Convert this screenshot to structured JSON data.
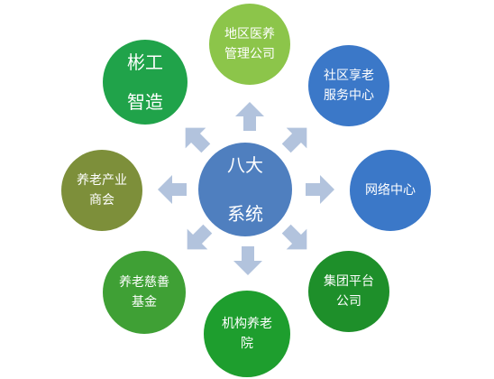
{
  "center": {
    "lines": [
      "八大",
      "系统"
    ],
    "color": "#4f7fbf"
  },
  "nodes": [
    {
      "id": "n-top",
      "name": "regional-medical-management-node",
      "lines": [
        "地区医养",
        "管理公司"
      ],
      "color": "#8cc54a"
    },
    {
      "id": "n-tr",
      "name": "community-elderly-service-center-node",
      "lines": [
        "社区享老",
        "服务中心"
      ],
      "color": "#3b78c8"
    },
    {
      "id": "n-r",
      "name": "network-center-node",
      "lines": [
        "网络中心"
      ],
      "color": "#3b78c8"
    },
    {
      "id": "n-br",
      "name": "group-platform-company-node",
      "lines": [
        "集团平台",
        "公司"
      ],
      "color": "#1e8f2a"
    },
    {
      "id": "n-b",
      "name": "nursing-home-institution-node",
      "lines": [
        "机构养老",
        "院"
      ],
      "color": "#1e9e2e"
    },
    {
      "id": "n-bl",
      "name": "elderly-charity-fund-node",
      "lines": [
        "养老慈善",
        "基金"
      ],
      "color": "#3fa035"
    },
    {
      "id": "n-l",
      "name": "elderly-industry-chamber-node",
      "lines": [
        "养老产业",
        "商会"
      ],
      "color": "#7d8f3a"
    },
    {
      "id": "n-tl",
      "name": "binggong-manufacturing-node",
      "lines": [
        "彬工",
        "智造"
      ],
      "color": "#20a34a"
    }
  ],
  "arrow_color": "#b2c3dd"
}
